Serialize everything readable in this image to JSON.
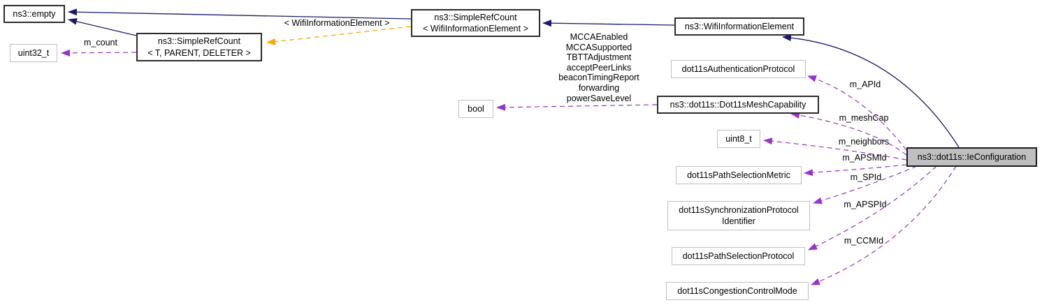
{
  "diagram_type": "collaboration-graph",
  "colors": {
    "inheritance_edge": "#191970",
    "usage_edge": "#9a32cd",
    "template_edge": "#ffa500",
    "focus_node_fill": "#bfbfbf",
    "node_fill": "#ffffff",
    "node_border": "#2b2b2b",
    "plain_node_border": "#c0c0c0"
  },
  "nodes": {
    "empty": {
      "label": "ns3::empty"
    },
    "uint32_t": {
      "label": "uint32_t"
    },
    "simple_ref_count_template": {
      "label": "ns3::SimpleRefCount\n< T, PARENT, DELETER >"
    },
    "simple_ref_count_wie": {
      "label": "ns3::SimpleRefCount\n< WifiInformationElement >"
    },
    "wifi_information_element": {
      "label": "ns3::WifiInformationElement"
    },
    "dot11s_authentication_protocol": {
      "label": "dot11sAuthenticationProtocol"
    },
    "dot11s_mesh_capability": {
      "label": "ns3::dot11s::Dot11sMeshCapability"
    },
    "bool": {
      "label": "bool"
    },
    "uint8_t": {
      "label": "uint8_t"
    },
    "dot11s_path_selection_metric": {
      "label": "dot11sPathSelectionMetric"
    },
    "dot11s_synchronization_protocol_identifier": {
      "label": "dot11sSynchronizationProtocol\nIdentifier"
    },
    "dot11s_path_selection_protocol": {
      "label": "dot11sPathSelectionProtocol"
    },
    "dot11s_congestion_control_mode": {
      "label": "dot11sCongestionControlMode"
    },
    "ie_configuration": {
      "label": "ns3::dot11s::IeConfiguration"
    }
  },
  "edge_labels": {
    "m_count": "m_count",
    "template_arg": "< WifiInformationElement >",
    "mesh_capability_members": "MCCAEnabled\nMCCASupported\nTBTTAdjustment\nacceptPeerLinks\nbeaconTimingReport\nforwarding\npowerSaveLevel",
    "m_APId": "m_APId",
    "m_meshCap": "m_meshCap",
    "m_neighbors": "m_neighbors",
    "m_APSMId": "m_APSMId",
    "m_SPId": "m_SPId",
    "m_APSPId": "m_APSPId",
    "m_CCMId": "m_CCMId"
  }
}
